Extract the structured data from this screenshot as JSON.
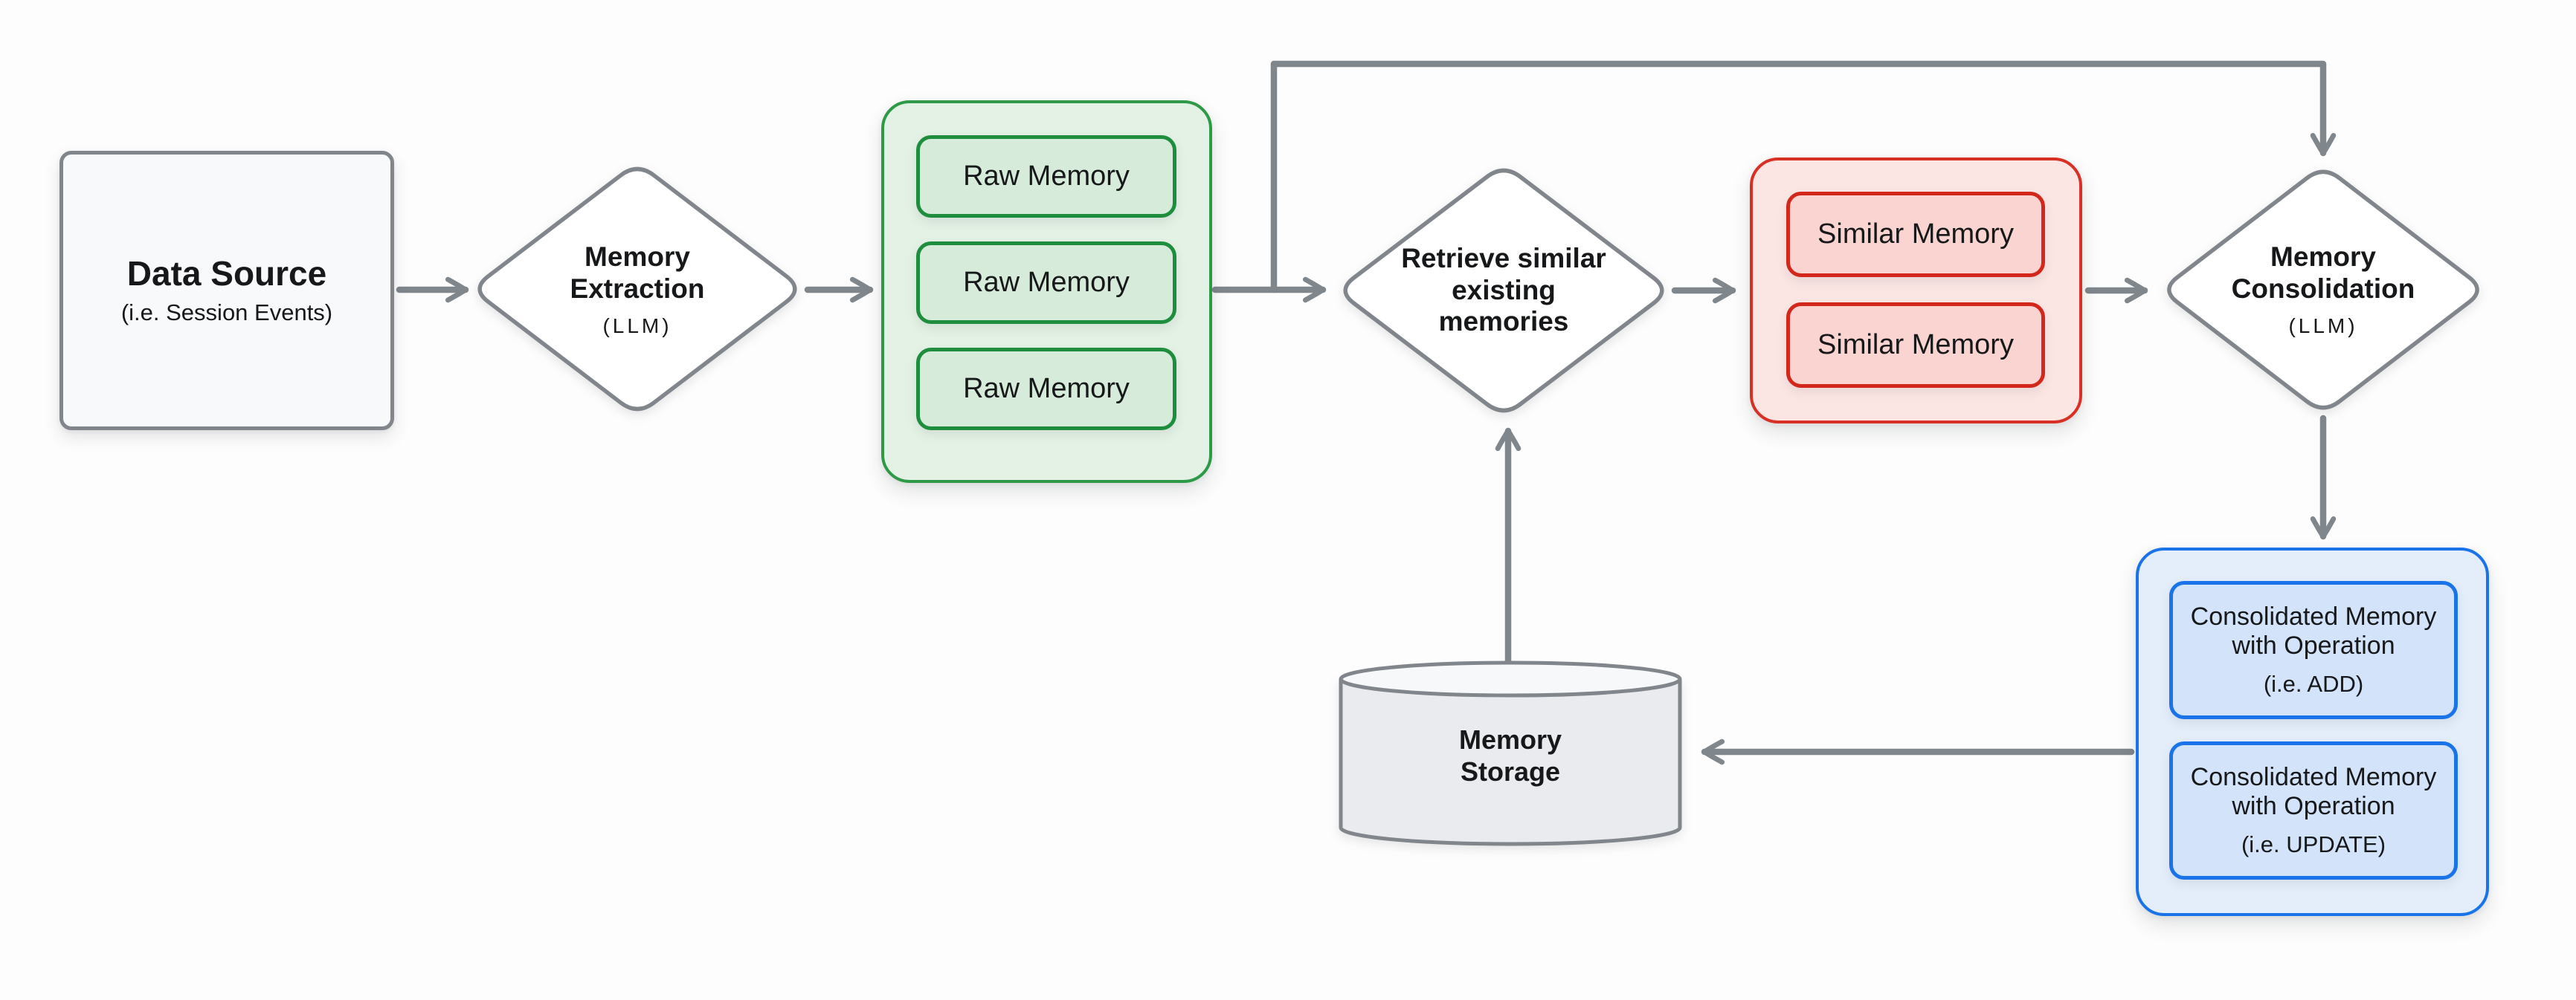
{
  "palette": {
    "bg": "#fdfdfd",
    "text": "#17181a",
    "arrow": "#7f868c",
    "node_border": "#80868b",
    "node_fill": "#f8f9fa",
    "diamond_fill": "#ffffff",
    "green_border": "#2e9a47",
    "green_fill": "#e4f1e5",
    "green_inner_border": "#1e8e3e",
    "green_inner_fill": "#d6ebd9",
    "red_border": "#d93025",
    "red_fill": "#fbe6e4",
    "red_inner_border": "#d3271c",
    "red_inner_fill": "#f9d4d0",
    "blue_border": "#1a73e8",
    "blue_fill": "#e4eefb",
    "blue_inner_border": "#1a73e8",
    "blue_inner_fill": "#d3e3fa",
    "cylinder_fill": "#e9ebee",
    "cylinder_top_fill": "#f7f8f9"
  },
  "nodes": {
    "data_source": {
      "title": "Data Source",
      "subtitle": "(i.e. Session Events)"
    },
    "memory_extraction": {
      "line1": "Memory",
      "line2": "Extraction",
      "subtitle": "(LLM)"
    },
    "raw_memories": {
      "items": [
        "Raw Memory",
        "Raw Memory",
        "Raw Memory"
      ]
    },
    "retrieve_similar": {
      "line1": "Retrieve similar",
      "line2": "existing",
      "line3": "memories"
    },
    "similar_memories": {
      "items": [
        "Similar Memory",
        "Similar Memory"
      ]
    },
    "memory_consolidation": {
      "line1": "Memory",
      "line2": "Consolidation",
      "subtitle": "(LLM)"
    },
    "consolidated_memories": {
      "items": [
        {
          "line1": "Consolidated Memory",
          "line2": "with Operation",
          "subtitle": "(i.e. ADD)"
        },
        {
          "line1": "Consolidated Memory",
          "line2": "with Operation",
          "subtitle": "(i.e. UPDATE)"
        }
      ]
    },
    "memory_storage": {
      "line1": "Memory",
      "line2": "Storage"
    }
  }
}
